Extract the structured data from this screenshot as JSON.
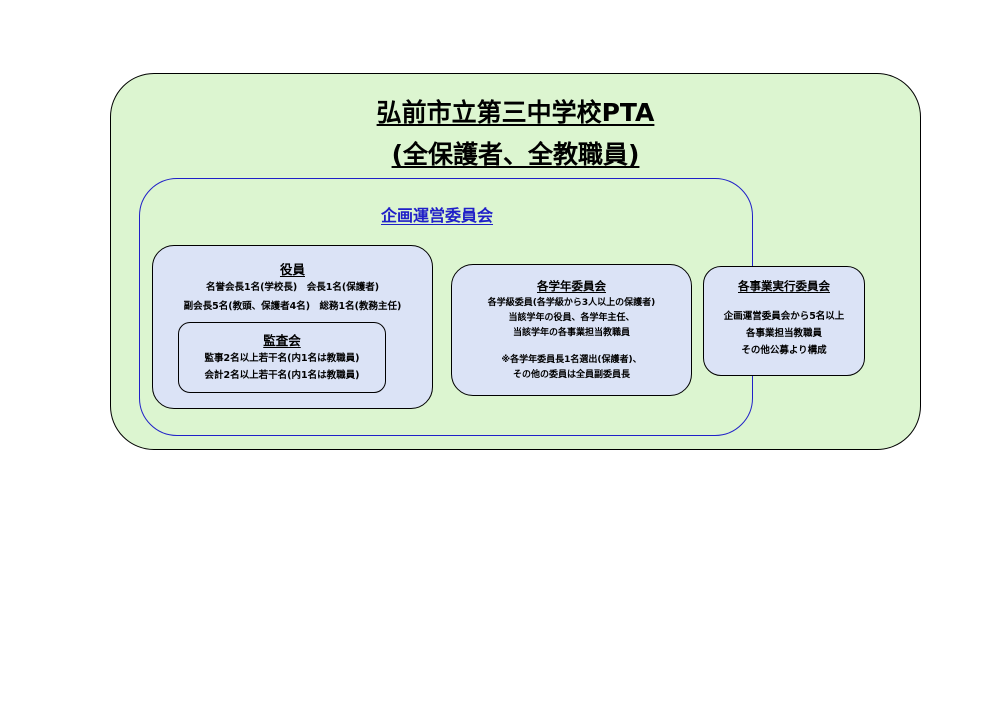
{
  "title": {
    "line1": "弘前市立第三中学校PTA",
    "line2": "(全保護者、全教職員)"
  },
  "planning_committee": {
    "label": "企画運営委員会"
  },
  "officers": {
    "heading": "役員",
    "lines": [
      "名誉会長1名(学校長)　会長1名(保護者)",
      "副会長5名(教頭、保護者4名)　総務1名(教務主任)"
    ]
  },
  "audit": {
    "heading": "監査会",
    "lines": [
      "監事2名以上若干名(内1名は教職員)",
      "会計2名以上若干名(内1名は教職員)"
    ]
  },
  "grade_committee": {
    "heading": "各学年委員会",
    "lines": [
      "各学級委員(各学級から3人以上の保護者)",
      "当該学年の役員、各学年主任、",
      "当該学年の各事業担当教職員"
    ],
    "notes": [
      "※各学年委員長1名選出(保護者)、",
      "その他の委員は全員副委員長"
    ]
  },
  "event_committee": {
    "heading": "各事業実行委員会",
    "lines": [
      "企画運営委員会から5名以上",
      "各事業担当教職員",
      "その他公募より構成"
    ]
  }
}
